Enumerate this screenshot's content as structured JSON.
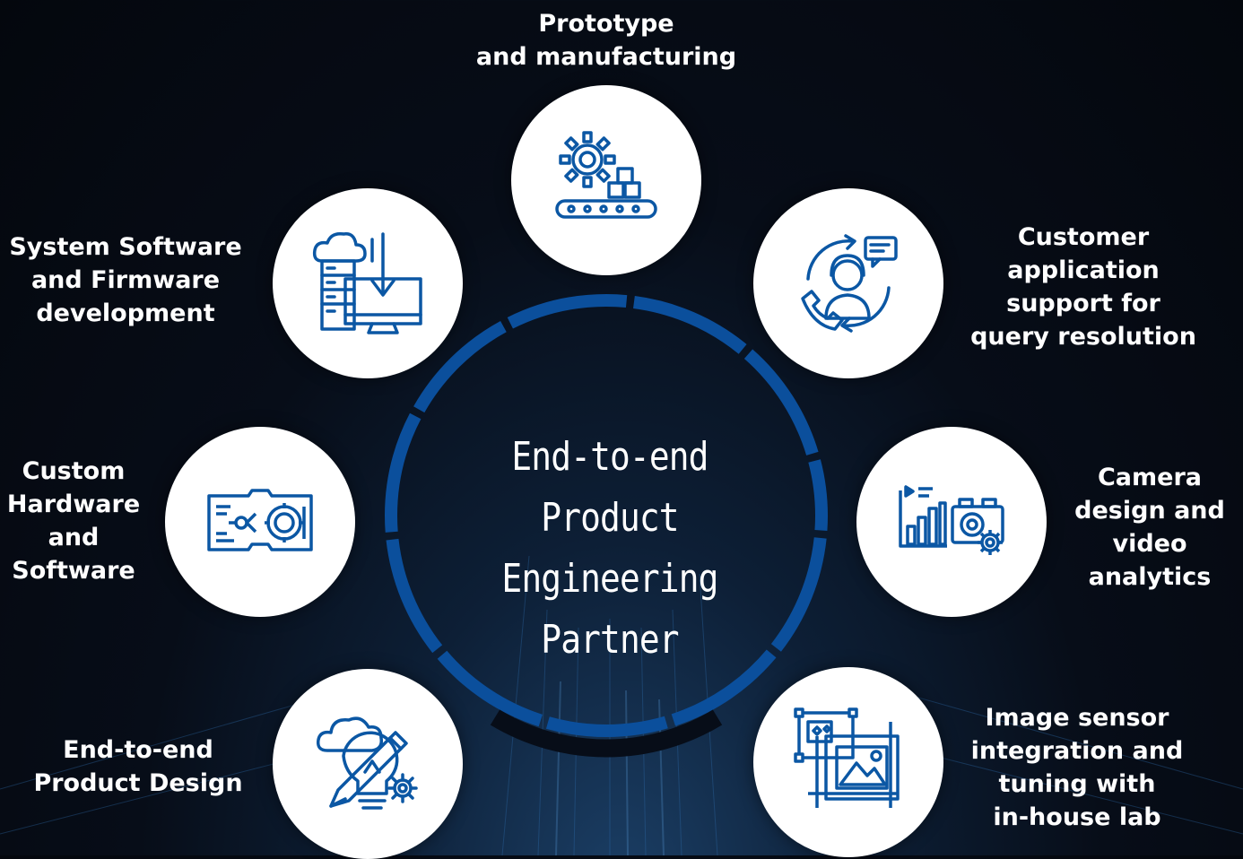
{
  "center": {
    "title": "End-to-end\nProduct Engineering\nPartner"
  },
  "items": [
    {
      "label": "Prototype\nand manufacturing",
      "icon": "gear-conveyor-icon"
    },
    {
      "label": "Customer\napplication\nsupport for\nquery resolution",
      "icon": "customer-support-icon"
    },
    {
      "label": "Camera\ndesign and\nvideo\nanalytics",
      "icon": "camera-analytics-icon"
    },
    {
      "label": "Image sensor\nintegration and\ntuning with\nin-house lab",
      "icon": "image-sensor-icon"
    },
    {
      "label": "End-to-end\nProduct Design",
      "icon": "idea-design-icon"
    },
    {
      "label": "Custom\nHardware\nand\nSoftware",
      "icon": "circuit-board-icon"
    },
    {
      "label": "System Software\nand Firmware\ndevelopment",
      "icon": "cloud-computer-icon"
    }
  ],
  "colors": {
    "accent": "#0b4f9c",
    "icon": "#0b57a4",
    "text": "#ffffff",
    "node_fill": "#ffffff"
  }
}
